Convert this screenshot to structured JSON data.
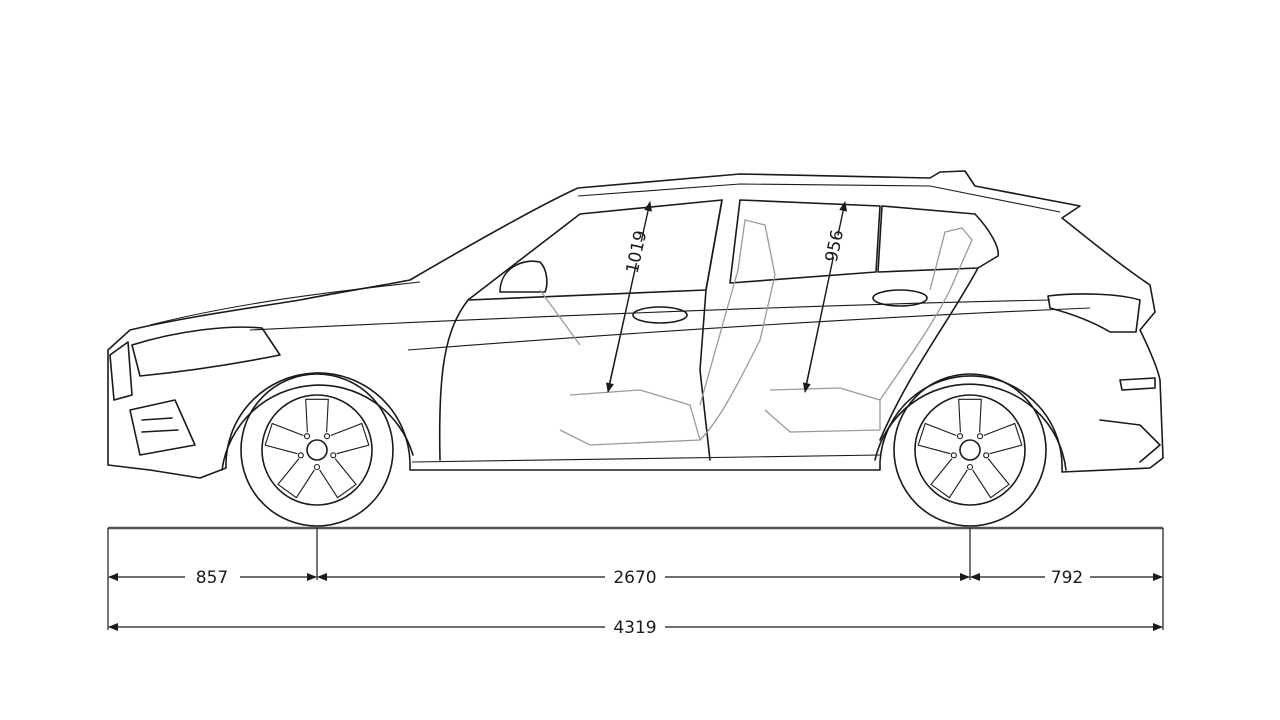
{
  "title": "Vehicle side view dimensions",
  "dimensions": {
    "front_overhang": "857",
    "wheelbase": "2670",
    "rear_overhang": "792",
    "overall_length": "4319",
    "front_headroom": "1019",
    "rear_headroom": "956"
  }
}
